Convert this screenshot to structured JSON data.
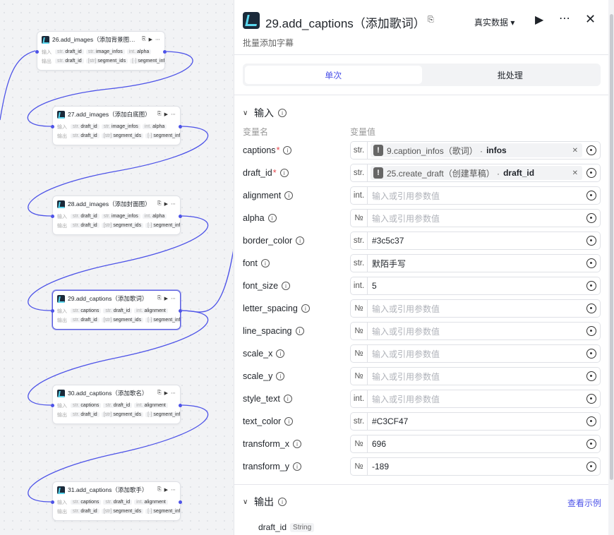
{
  "canvas": {
    "nodes": [
      {
        "title": "26.add_images（添加背景图…",
        "in_label": "输入",
        "out_label": "输出",
        "inputs": [
          {
            "t": "str.",
            "n": "draft_id"
          },
          {
            "t": "str.",
            "n": "image_infos"
          },
          {
            "t": "int.",
            "n": "alpha"
          }
        ],
        "outputs": [
          {
            "t": "str.",
            "n": "draft_id"
          },
          {
            "t": "[str]",
            "n": "segment_ids"
          },
          {
            "t": "[·]",
            "n": "segment_infos"
          }
        ]
      },
      {
        "title": "27.add_images（添加白底图）",
        "in_label": "输入",
        "out_label": "输出",
        "inputs": [
          {
            "t": "str.",
            "n": "draft_id"
          },
          {
            "t": "str.",
            "n": "image_infos"
          },
          {
            "t": "int.",
            "n": "alpha"
          }
        ],
        "outputs": [
          {
            "t": "str.",
            "n": "draft_id"
          },
          {
            "t": "[str]",
            "n": "segment_ids"
          },
          {
            "t": "[·]",
            "n": "segment_infos"
          }
        ]
      },
      {
        "title": "28.add_images（添加封面图）",
        "in_label": "输入",
        "out_label": "输出",
        "inputs": [
          {
            "t": "str.",
            "n": "draft_id"
          },
          {
            "t": "str.",
            "n": "image_infos"
          },
          {
            "t": "int.",
            "n": "alpha"
          }
        ],
        "outputs": [
          {
            "t": "str.",
            "n": "draft_id"
          },
          {
            "t": "[str]",
            "n": "segment_ids"
          },
          {
            "t": "[·]",
            "n": "segment_infos"
          }
        ]
      },
      {
        "title": "29.add_captions（添加歌词）",
        "in_label": "输入",
        "out_label": "输出",
        "inputs": [
          {
            "t": "str.",
            "n": "captions"
          },
          {
            "t": "str.",
            "n": "draft_id"
          },
          {
            "t": "int.",
            "n": "alignment"
          }
        ],
        "outputs": [
          {
            "t": "str.",
            "n": "draft_id"
          },
          {
            "t": "[str]",
            "n": "segment_ids"
          },
          {
            "t": "[·]",
            "n": "segment_infos"
          }
        ]
      },
      {
        "title": "30.add_captions（添加歌名）",
        "in_label": "输入",
        "out_label": "输出",
        "inputs": [
          {
            "t": "str.",
            "n": "captions"
          },
          {
            "t": "str.",
            "n": "draft_id"
          },
          {
            "t": "int.",
            "n": "alignment"
          }
        ],
        "outputs": [
          {
            "t": "str.",
            "n": "draft_id"
          },
          {
            "t": "[str]",
            "n": "segment_ids"
          },
          {
            "t": "[·]",
            "n": "segment_infos"
          }
        ]
      },
      {
        "title": "31.add_captions（添加歌手）",
        "in_label": "输入",
        "out_label": "输出",
        "inputs": [
          {
            "t": "str.",
            "n": "captions"
          },
          {
            "t": "str.",
            "n": "draft_id"
          },
          {
            "t": "int.",
            "n": "alignment"
          }
        ],
        "outputs": [
          {
            "t": "str.",
            "n": "draft_id"
          },
          {
            "t": "[str]",
            "n": "segment_ids"
          },
          {
            "t": "[·]",
            "n": "segment_infos"
          }
        ]
      }
    ],
    "icons": {
      "copy": "copy-icon",
      "run": "play-icon",
      "more": "more-icon"
    },
    "wire_color": "#4d53e8"
  },
  "panel": {
    "title": "29.add_captions（添加歌词）",
    "subtitle": "批量添加字幕",
    "mode": "真实数据 ▾",
    "tabs": [
      "单次",
      "批处理"
    ],
    "input_section": "输入",
    "col_name": "变量名",
    "col_value": "变量值",
    "params": [
      {
        "name": "captions",
        "required": true,
        "type": "str.",
        "ref": {
          "node": "9.caption_infos（歌词）",
          "field": "infos"
        }
      },
      {
        "name": "draft_id",
        "required": true,
        "type": "str.",
        "ref": {
          "node": "25.create_draft（创建草稿）",
          "field": "draft_id"
        }
      },
      {
        "name": "alignment",
        "required": false,
        "type": "int.",
        "placeholder": "输入或引用参数值"
      },
      {
        "name": "alpha",
        "required": false,
        "type": "№",
        "placeholder": "输入或引用参数值"
      },
      {
        "name": "border_color",
        "required": false,
        "type": "str.",
        "value": "#3c5c37"
      },
      {
        "name": "font",
        "required": false,
        "type": "str.",
        "value": "默陌手写"
      },
      {
        "name": "font_size",
        "required": false,
        "type": "int.",
        "value": "5"
      },
      {
        "name": "letter_spacing",
        "required": false,
        "type": "№",
        "placeholder": "输入或引用参数值"
      },
      {
        "name": "line_spacing",
        "required": false,
        "type": "№",
        "placeholder": "输入或引用参数值"
      },
      {
        "name": "scale_x",
        "required": false,
        "type": "№",
        "placeholder": "输入或引用参数值"
      },
      {
        "name": "scale_y",
        "required": false,
        "type": "№",
        "placeholder": "输入或引用参数值"
      },
      {
        "name": "style_text",
        "required": false,
        "type": "int.",
        "placeholder": "输入或引用参数值"
      },
      {
        "name": "text_color",
        "required": false,
        "type": "str.",
        "value": "#C3CF47"
      },
      {
        "name": "transform_x",
        "required": false,
        "type": "№",
        "value": "696"
      },
      {
        "name": "transform_y",
        "required": false,
        "type": "№",
        "value": "-189"
      }
    ],
    "output_section": "输出",
    "output_link": "查看示例",
    "outputs": [
      {
        "name": "draft_id",
        "type": "String"
      }
    ],
    "accent": "#4d53e8"
  }
}
